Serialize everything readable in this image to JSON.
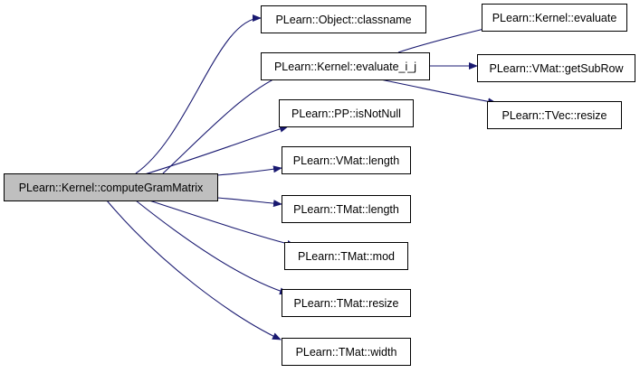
{
  "colors": {
    "edge": "#191970",
    "root_fill": "#bfbfbf",
    "node_fill": "#ffffff",
    "node_border": "#000000"
  },
  "nodes": [
    {
      "id": "computeGramMatrix",
      "label": "PLearn::Kernel::computeGramMatrix",
      "root": true
    },
    {
      "id": "classname",
      "label": "PLearn::Object::classname"
    },
    {
      "id": "evaluate_i_j",
      "label": "PLearn::Kernel::evaluate_i_j"
    },
    {
      "id": "isNotNull",
      "label": "PLearn::PP::isNotNull"
    },
    {
      "id": "vmat_length",
      "label": "PLearn::VMat::length"
    },
    {
      "id": "tmat_length",
      "label": "PLearn::TMat::length"
    },
    {
      "id": "tmat_mod",
      "label": "PLearn::TMat::mod"
    },
    {
      "id": "tmat_resize",
      "label": "PLearn::TMat::resize"
    },
    {
      "id": "tmat_width",
      "label": "PLearn::TMat::width"
    },
    {
      "id": "kernel_evaluate",
      "label": "PLearn::Kernel::evaluate"
    },
    {
      "id": "getSubRow",
      "label": "PLearn::VMat::getSubRow"
    },
    {
      "id": "tvec_resize",
      "label": "PLearn::TVec::resize"
    }
  ],
  "edges": [
    {
      "from": "computeGramMatrix",
      "to": "classname"
    },
    {
      "from": "computeGramMatrix",
      "to": "evaluate_i_j"
    },
    {
      "from": "computeGramMatrix",
      "to": "isNotNull"
    },
    {
      "from": "computeGramMatrix",
      "to": "vmat_length"
    },
    {
      "from": "computeGramMatrix",
      "to": "tmat_length"
    },
    {
      "from": "computeGramMatrix",
      "to": "tmat_mod"
    },
    {
      "from": "computeGramMatrix",
      "to": "tmat_resize"
    },
    {
      "from": "computeGramMatrix",
      "to": "tmat_width"
    },
    {
      "from": "evaluate_i_j",
      "to": "kernel_evaluate"
    },
    {
      "from": "evaluate_i_j",
      "to": "getSubRow"
    },
    {
      "from": "evaluate_i_j",
      "to": "tvec_resize"
    }
  ]
}
